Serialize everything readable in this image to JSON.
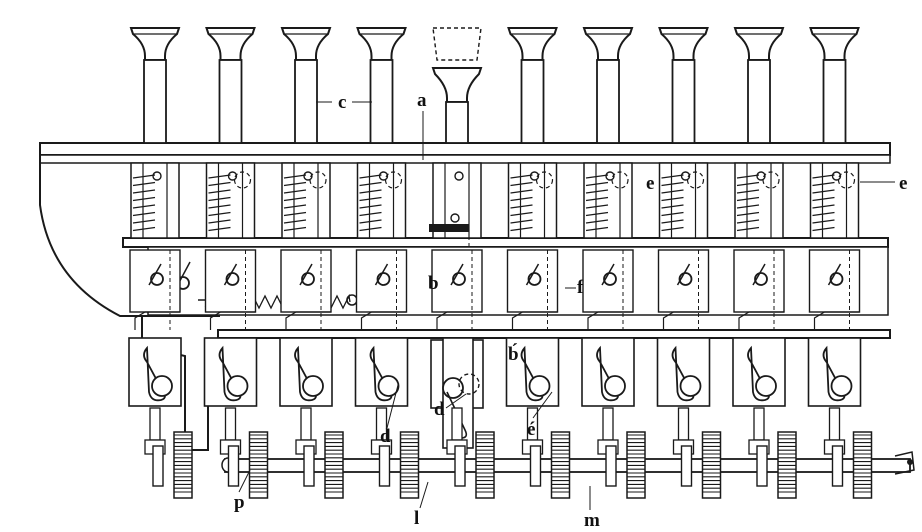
{
  "figure": {
    "labels": {
      "c": "c",
      "a": "a",
      "e_1": "e",
      "e_2": "e",
      "b": "b",
      "f": "f",
      "b_prime": "b́",
      "d_1": "d",
      "d_2": "d",
      "e_prime": "é",
      "p": "p",
      "l": "l",
      "m": "m"
    },
    "key_count": 10,
    "depressed_key_index": 4,
    "ink_color": "#1a1a1a",
    "paper_color": "#ffffff"
  }
}
